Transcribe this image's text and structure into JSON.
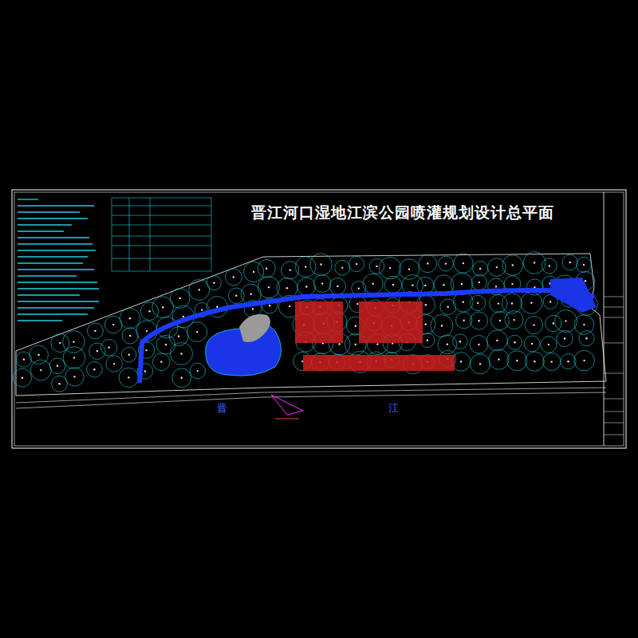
{
  "diagram": {
    "title": "晋江河口湿地江滨公园喷灌规划设计总平面",
    "labels": [
      "晋",
      "江"
    ]
  }
}
